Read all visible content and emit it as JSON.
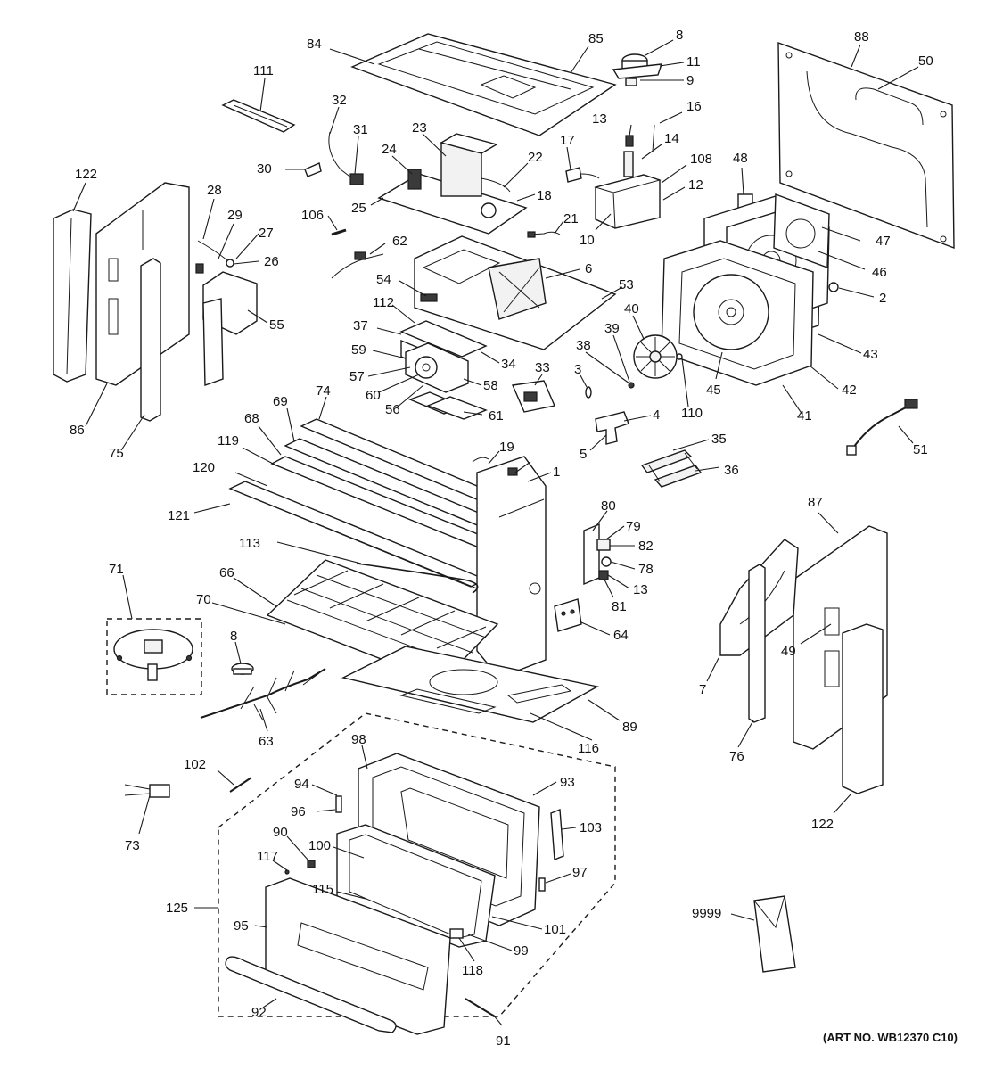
{
  "art_number": "(ART NO. WB12370 C10)",
  "callouts": [
    "84",
    "85",
    "8",
    "11",
    "9",
    "88",
    "50",
    "111",
    "32",
    "31",
    "23",
    "24",
    "22",
    "13",
    "16",
    "14",
    "17",
    "108",
    "122",
    "30",
    "25",
    "18",
    "12",
    "48",
    "28",
    "29",
    "27",
    "26",
    "106",
    "21",
    "10",
    "47",
    "62",
    "6",
    "46",
    "54",
    "53",
    "2",
    "55",
    "112",
    "37",
    "40",
    "39",
    "59",
    "34",
    "38",
    "43",
    "33",
    "57",
    "3",
    "45",
    "42",
    "60",
    "56",
    "58",
    "61",
    "110",
    "4",
    "41",
    "86",
    "75",
    "74",
    "69",
    "68",
    "119",
    "120",
    "121",
    "19",
    "1",
    "5",
    "35",
    "51",
    "36",
    "80",
    "79",
    "82",
    "78",
    "13",
    "113",
    "71",
    "66",
    "70",
    "81",
    "64",
    "8",
    "87",
    "49",
    "7",
    "89",
    "116",
    "76",
    "63",
    "98",
    "93",
    "102",
    "94",
    "96",
    "103",
    "90",
    "100",
    "97",
    "117",
    "125",
    "115",
    "101",
    "95",
    "99",
    "118",
    "73",
    "9999",
    "122",
    "92",
    "91"
  ]
}
